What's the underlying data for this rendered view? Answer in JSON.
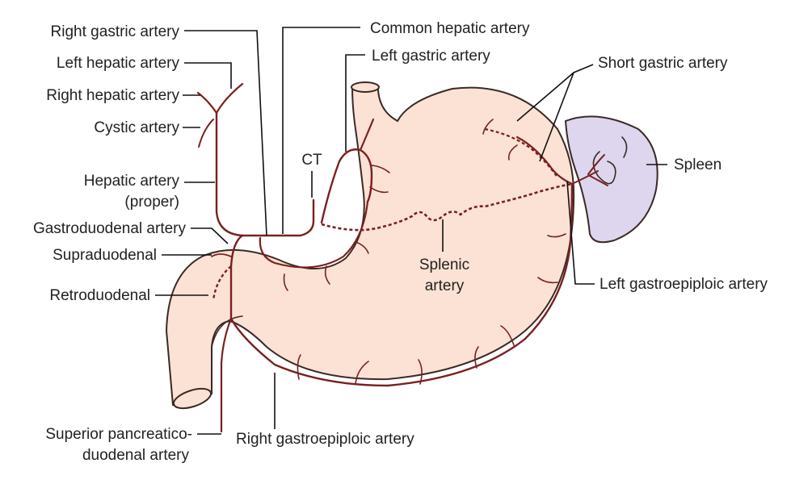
{
  "colors": {
    "stomach_fill": "#fbe2d4",
    "outline": "#3a2a25",
    "artery": "#7a2020",
    "spleen_fill": "#ddd6ee",
    "text": "#222222"
  },
  "labels": {
    "right_gastric": "Right gastric artery",
    "left_hepatic": "Left hepatic artery",
    "right_hepatic": "Right hepatic artery",
    "cystic": "Cystic artery",
    "hepatic_proper_1": "Hepatic artery",
    "hepatic_proper_2": "(proper)",
    "gastroduodenal": "Gastroduodenal artery",
    "supraduodenal": "Supraduodenal",
    "retroduodenal": "Retroduodenal",
    "sup_pancreatico_1": "Superior pancreatico-",
    "sup_pancreatico_2": "duodenal artery",
    "common_hepatic": "Common hepatic artery",
    "left_gastric": "Left gastric artery",
    "ct": "CT",
    "short_gastric": "Short gastric artery",
    "spleen": "Spleen",
    "splenic_1": "Splenic",
    "splenic_2": "artery",
    "left_gastroepiploic": "Left gastroepiploic artery",
    "right_gastroepiploic": "Right gastroepiploic artery"
  }
}
